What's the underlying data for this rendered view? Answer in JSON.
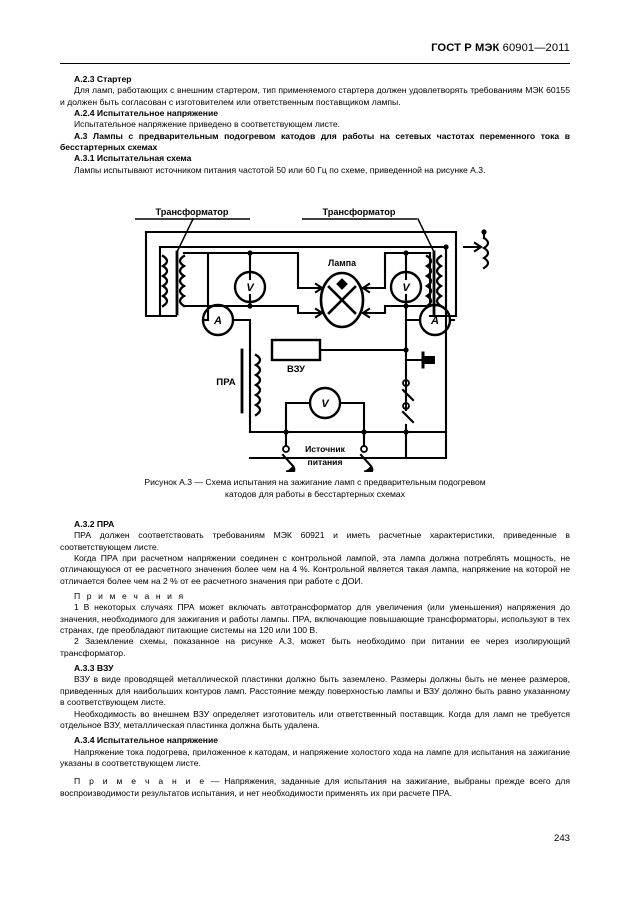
{
  "header": {
    "standard_bold": "ГОСТ Р МЭК",
    "standard_number": " 60901—2011"
  },
  "page_number": "243",
  "sections": {
    "a23_heading": "А.2.3 Стартер",
    "a23_body": "Для ламп, работающих с внешним стартером, тип применяемого стартера должен удовлетворять требованиям МЭК 60155 и должен быть согласован с изготовителем или ответственным поставщиком лампы.",
    "a24_heading": "А.2.4 Испытательное напряжение",
    "a24_body": "Испытательное напряжение приведено в соответствующем листе.",
    "a3_heading": "А.3 Лампы с предварительным подогревом катодов для работы на сетевых частотах переменного тока в бесстартерных схемах",
    "a31_heading": "А.3.1 Испытательная схема",
    "a31_body": "Лампы испытывают источником питания частотой 50 или 60 Гц по схеме, приведенной на рисунке А.3.",
    "a32_heading": "А.3.2 ПРА",
    "a32_body1": "ПРА должен соответствовать требованиям МЭК 60921 и иметь расчетные характеристики, приведенные в соответствующем листе.",
    "a32_body2": "Когда ПРА при расчетном напряжении соединен с контрольной лампой, эта лампа должна потреблять мощность, не отличающуюся от ее расчетного значения более чем на 4 %. Контрольной является такая лампа, напряжение на которой не отличается более чем на 2 % от ее расчетного значения при работе с ДОИ.",
    "notes_label": "П р и м е ч а н и я",
    "note1": "1 В некоторых случаях ПРА может включать автотрансформатор для увеличения (или уменьшения) напряжения до значения, необходимого для зажигания и работы лампы. ПРА, включающие повышающие трансформаторы, используют в тех странах, где преобладают питающие системы на 120 или 100 В.",
    "note2": "2 Заземление схемы, показанное на рисунке А.3, может быть необходимо при питании ее через изолирующий трансформатор.",
    "a33_heading": "А.3.3 ВЗУ",
    "a33_body1": "ВЗУ в виде проводящей металлической пластинки должно быть заземлено. Размеры должны быть не менее размеров, приведенных для наибольших контуров ламп. Расстояние между поверхностью лампы и ВЗУ должно быть равно указанному в соответствующем листе.",
    "a33_body2": "Необходимость во внешнем ВЗУ определяет изготовитель или ответственный поставщик. Когда для ламп не требуется отдельное ВЗУ, металлическая пластинка должна быть удалена.",
    "a34_heading": "А.3.4 Испытательное напряжение",
    "a34_body": "Напряжение тока подогрева, приложенное к катодам, и напряжение холостого хода на лампе для испытания на зажигание указаны в соответствующем листе.",
    "note_single_label": "П р и м е ч а н и е",
    "note_single_body": " — Напряжения, заданные для испытания на зажигание, выбраны прежде всего для воспроизводимости результатов испытания, и нет необходимости применять их при расчете ПРА."
  },
  "figure": {
    "caption_line1": "Рисунок А.3 — Схема испытания на зажигание ламп с предварительным подогревом",
    "caption_line2": "катодов для работы в бесстартерных схемах",
    "labels": {
      "transformer_left": "Трансформатор",
      "transformer_right": "Трансформатор",
      "lamp": "Лампа",
      "ballast": "ПРА",
      "starting_aid": "ВЗУ",
      "supply_line1": "Источник",
      "supply_line2": "питания",
      "voltmeter": "V",
      "ammeter": "A"
    }
  }
}
